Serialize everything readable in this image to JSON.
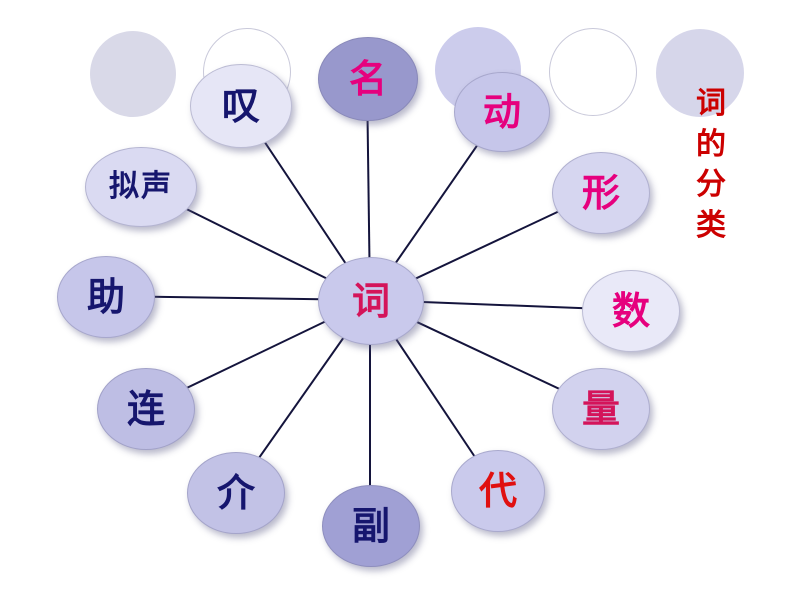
{
  "slide": {
    "background": "#ffffff"
  },
  "title": {
    "text": "词的分类",
    "color": "#cc0000"
  },
  "diagram": {
    "connector_color": "#14143c",
    "center": {
      "id": "word",
      "label": "词",
      "fill": "#c9c9ec",
      "text_color": "#d4145a"
    },
    "nodes": [
      {
        "id": "noun",
        "label": "名",
        "fill": "#9898cc",
        "text_color": "#e6007e"
      },
      {
        "id": "verb",
        "label": "动",
        "fill": "#c6c6ea",
        "text_color": "#e6007e"
      },
      {
        "id": "adjective",
        "label": "形",
        "fill": "#d6d6f0",
        "text_color": "#e6007e"
      },
      {
        "id": "numeral",
        "label": "数",
        "fill": "#e9e9f8",
        "text_color": "#e6007e"
      },
      {
        "id": "measure-word",
        "label": "量",
        "fill": "#d2d2ee",
        "text_color": "#d4145a"
      },
      {
        "id": "pronoun",
        "label": "代",
        "fill": "#cacaec",
        "text_color": "#e01010"
      },
      {
        "id": "adverb",
        "label": "副",
        "fill": "#a0a0d4",
        "text_color": "#16166e"
      },
      {
        "id": "preposition",
        "label": "介",
        "fill": "#c2c2e6",
        "text_color": "#16166e"
      },
      {
        "id": "conjunction",
        "label": "连",
        "fill": "#bebee4",
        "text_color": "#16166e"
      },
      {
        "id": "particle",
        "label": "助",
        "fill": "#c6c6ea",
        "text_color": "#16166e"
      },
      {
        "id": "onomatopoeia",
        "label": "拟声",
        "fill": "#dadaf2",
        "text_color": "#16166e"
      },
      {
        "id": "interjection",
        "label": "叹",
        "fill": "#e6e6f6",
        "text_color": "#16166e"
      }
    ]
  }
}
